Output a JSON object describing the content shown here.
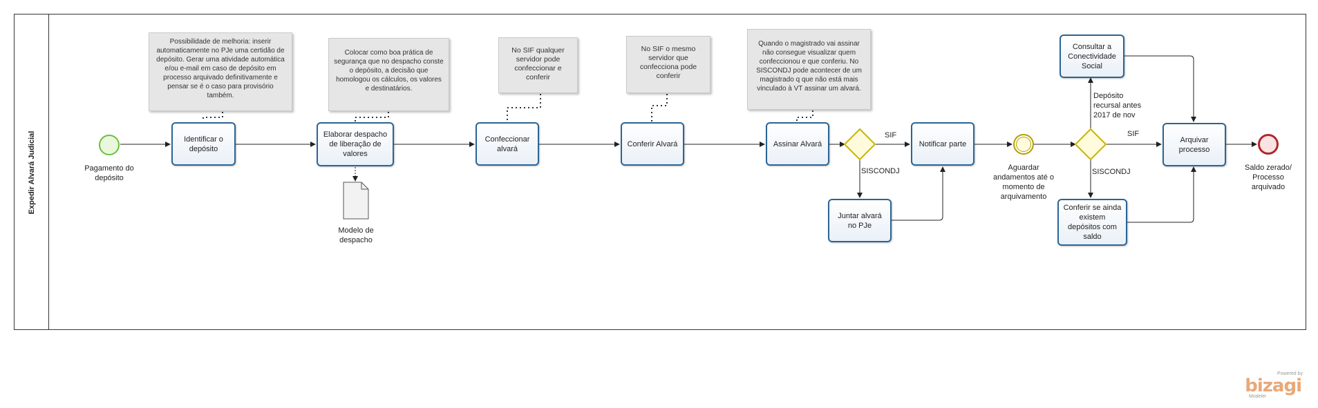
{
  "lane": {
    "title": "Expedir Alvará Judicial"
  },
  "events": {
    "start": "Pagamento do depósito",
    "intermediate": "Aguardar andamentos até o momento de arquivamento",
    "end": "Saldo zerado/ Processo arquivado"
  },
  "tasks": {
    "identificar": "Identificar o depósito",
    "elaborar": "Elaborar despacho de liberação de valores",
    "confeccionar": "Confeccionar alvará",
    "conferir": "Conferir Alvará",
    "assinar": "Assinar Alvará",
    "notificar": "Notificar parte",
    "juntar": "Juntar alvará no PJe",
    "consultar": "Consultar a Conectividade Social",
    "arquivar": "Arquivar processo",
    "conferir_saldo": "Conferir se ainda existem depósitos com saldo"
  },
  "artifact": {
    "label": "Modelo de despacho"
  },
  "notes": {
    "n1": "Possibilidade de melhoria: inserir automaticamente no PJe uma certidão de depósito. Gerar uma atividade automática e/ou e-mail em caso de depósito em processo arquivado definitivamente e pensar se é o caso para provisório também.",
    "n2": "Colocar como boa prática de segurança que no despacho conste o depósito, a decisão que homologou os cálculos, os valores e destinatários.",
    "n3": "No SIF qualquer servidor pode confeccionar e conferir",
    "n4": "No SIF o mesmo servidor que confecciona pode conferir",
    "n5": "Quando o magistrado vai assinar não consegue visualizar quem confeccionou e que conferiu. No SISCONDJ pode acontecer de um magistrado q que não está mais vinculado à VT assinar um alvará."
  },
  "gateway_labels": {
    "g1_sif": "SIF",
    "g1_siscondj": "SISCONDJ",
    "g2_sif": "SIF",
    "g2_siscondj": "SISCONDJ",
    "g2_deposito": "Depósito recursal antes 2017 de nov"
  },
  "branding": {
    "powered": "Powered by",
    "name": "bizagi",
    "sub": "Modeler"
  },
  "colors": {
    "task_border": "#2a6496",
    "start": "#6cbf3a",
    "end": "#b0282c",
    "gateway": "#c9b400",
    "note": "#e6e6e6"
  }
}
